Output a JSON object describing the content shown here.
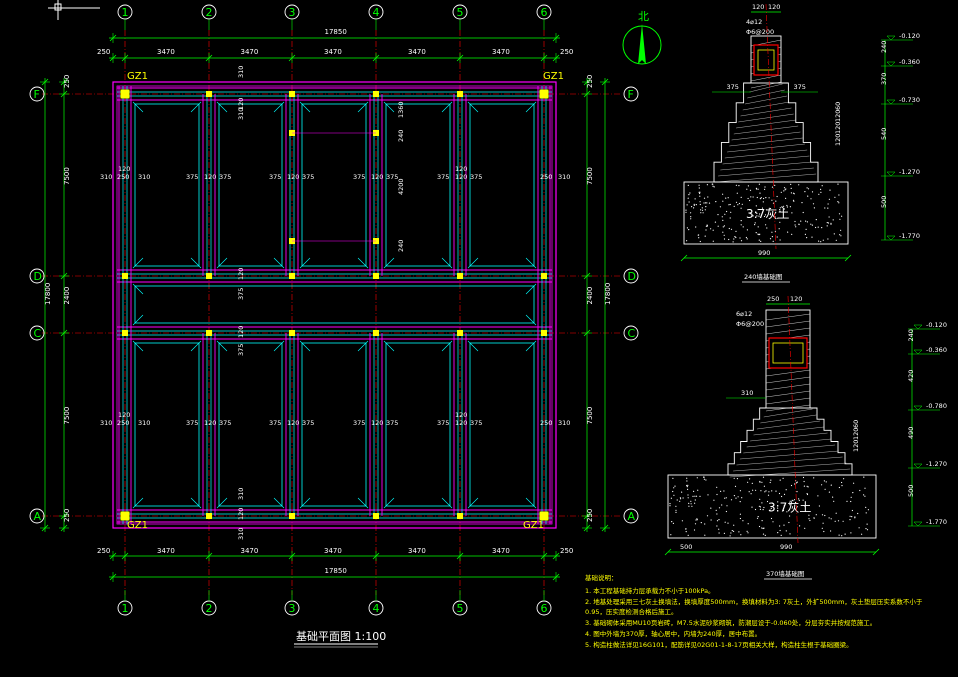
{
  "axes_x": [
    "1",
    "2",
    "3",
    "4",
    "5",
    "6"
  ],
  "axes_y": [
    "F",
    "D",
    "C",
    "A"
  ],
  "dims": {
    "total_x": "17850",
    "edge_x": "250",
    "bays_x": [
      "3470",
      "3470",
      "3470",
      "3470",
      "3470"
    ],
    "total_y": "17800",
    "edge_y": "250",
    "bays_y": [
      "7500",
      "2400",
      "7500"
    ],
    "beam_left": "310",
    "beam_side": "375",
    "beam_mid": "120",
    "beam_top": "250",
    "inner_a": "1360",
    "inner_b": "240",
    "inner_c": "4200"
  },
  "column_label": "GZ1",
  "plan_title": "基础平面图 1:100",
  "north": "北",
  "detail240": {
    "title": "240墙基础图",
    "rebar_top": "4⌀12",
    "stirrup": "Φ6@200",
    "top_dims": [
      "120",
      "120"
    ],
    "step_left": "375",
    "step_right": "375",
    "footing_width": "990",
    "soil": "3:7灰土",
    "step_h": [
      "60",
      "120",
      "120",
      "120"
    ],
    "elev": [
      "-0.120",
      "-0.360",
      "-0.730",
      "-1.270",
      "-1.770"
    ],
    "seg": [
      "240",
      "370",
      "540",
      "500"
    ]
  },
  "detail370": {
    "title": "370墙基础图",
    "rebar_top": "6⌀12",
    "stirrup": "Φ6@200",
    "top_dims": [
      "250",
      "120"
    ],
    "step_left": "310",
    "footing_left": "500",
    "footing_width": "990",
    "soil": "3:7灰土",
    "step_h": [
      "60",
      "120",
      "120"
    ],
    "elev": [
      "-0.120",
      "-0.360",
      "-0.780",
      "-1.270",
      "-1.770"
    ],
    "seg": [
      "240",
      "420",
      "490",
      "500"
    ]
  },
  "notes": {
    "title": "基础说明：",
    "lines": [
      "1. 本工程基础持力层承载力不小于100kPa。",
      "2. 地基处理采用三七灰土换填法，换填厚度500mm，换填材料为3: 7灰土，外扩500mm，灰土垫层压实系数不小于",
      "   0.95，压实度检测合格后施工。",
      "3. 基础砌体采用MU10页岩砖，M7.5水泥砂浆砌筑，防潮层设于-0.060处，分层夯实并按规范施工。",
      "4. 图中外墙为370厚，轴心居中，内墙为240厚，居中布置。",
      "5. 构造柱做法详见16G101，配筋详见02G01-1-8-17页相关大样，构造柱生根于基础圈梁。"
    ]
  },
  "colors": {
    "dim": "#00ff00",
    "beam_outer": "#ff00ff",
    "beam_inner": "#00ffff",
    "column": "#ffff00",
    "axis_line": "#ff0000",
    "hatch": "#ffffff"
  }
}
